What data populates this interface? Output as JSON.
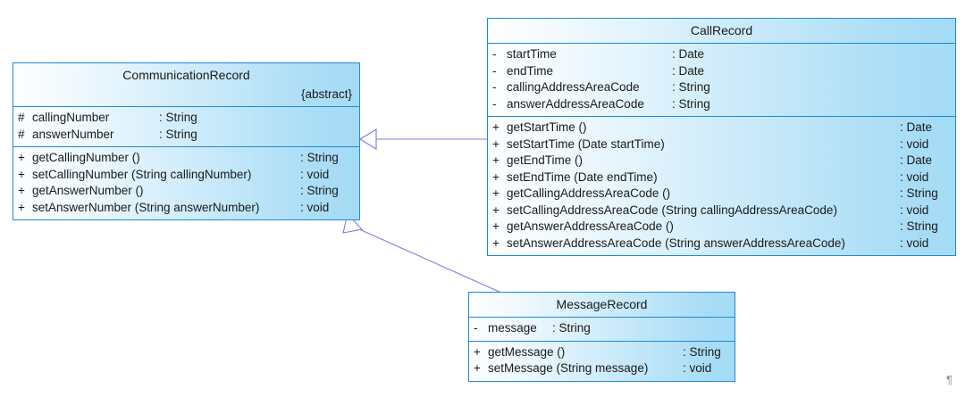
{
  "diagram": {
    "type": "uml-class-diagram",
    "editor_mark": "¶",
    "colors": {
      "border": "#1b8ada",
      "fill_light": "#fdfeff",
      "fill_dark": "#a6dbf5",
      "connector": "#7b7be0",
      "text": "#1a1a1a"
    }
  },
  "classes": [
    {
      "id": "communication-record",
      "name": "CommunicationRecord",
      "stereotype": "{abstract}",
      "attributes": [
        {
          "visibility": "#",
          "signature": "callingNumber",
          "type": ": String"
        },
        {
          "visibility": "#",
          "signature": "answerNumber",
          "type": ": String"
        }
      ],
      "methods": [
        {
          "visibility": "+",
          "signature": "getCallingNumber ()",
          "type": ": String"
        },
        {
          "visibility": "+",
          "signature": "setCallingNumber (String callingNumber)",
          "type": ": void"
        },
        {
          "visibility": "+",
          "signature": "getAnswerNumber ()",
          "type": ": String"
        },
        {
          "visibility": "+",
          "signature": "setAnswerNumber (String answerNumber)",
          "type": ": void"
        }
      ]
    },
    {
      "id": "call-record",
      "name": "CallRecord",
      "stereotype": "",
      "attributes": [
        {
          "visibility": "-",
          "signature": "startTime",
          "type": ": Date"
        },
        {
          "visibility": "-",
          "signature": "endTime",
          "type": ": Date"
        },
        {
          "visibility": "-",
          "signature": "callingAddressAreaCode",
          "type": ": String"
        },
        {
          "visibility": "-",
          "signature": "answerAddressAreaCode",
          "type": ": String"
        }
      ],
      "methods": [
        {
          "visibility": "+",
          "signature": "getStartTime ()",
          "type": ": Date"
        },
        {
          "visibility": "+",
          "signature": "setStartTime (Date startTime)",
          "type": ": void"
        },
        {
          "visibility": "+",
          "signature": "getEndTime ()",
          "type": ": Date"
        },
        {
          "visibility": "+",
          "signature": "setEndTime (Date endTime)",
          "type": ": void"
        },
        {
          "visibility": "+",
          "signature": "getCallingAddressAreaCode ()",
          "type": ": String"
        },
        {
          "visibility": "+",
          "signature": "setCallingAddressAreaCode (String callingAddressAreaCode)",
          "type": ": void"
        },
        {
          "visibility": "+",
          "signature": "getAnswerAddressAreaCode ()",
          "type": ": String"
        },
        {
          "visibility": "+",
          "signature": "setAnswerAddressAreaCode (String answerAddressAreaCode)",
          "type": ": void"
        }
      ]
    },
    {
      "id": "message-record",
      "name": "MessageRecord",
      "stereotype": "",
      "attributes": [
        {
          "visibility": "-",
          "signature": "message",
          "type": ": String"
        }
      ],
      "methods": [
        {
          "visibility": "+",
          "signature": "getMessage ()",
          "type": ": String"
        },
        {
          "visibility": "+",
          "signature": "setMessage (String message)",
          "type": ": void"
        }
      ]
    }
  ],
  "relationships": [
    {
      "id": "callrecord-generalization",
      "kind": "generalization",
      "from": "CallRecord",
      "to": "CommunicationRecord"
    },
    {
      "id": "messagerecord-generalization",
      "kind": "generalization",
      "from": "MessageRecord",
      "to": "CommunicationRecord"
    }
  ]
}
